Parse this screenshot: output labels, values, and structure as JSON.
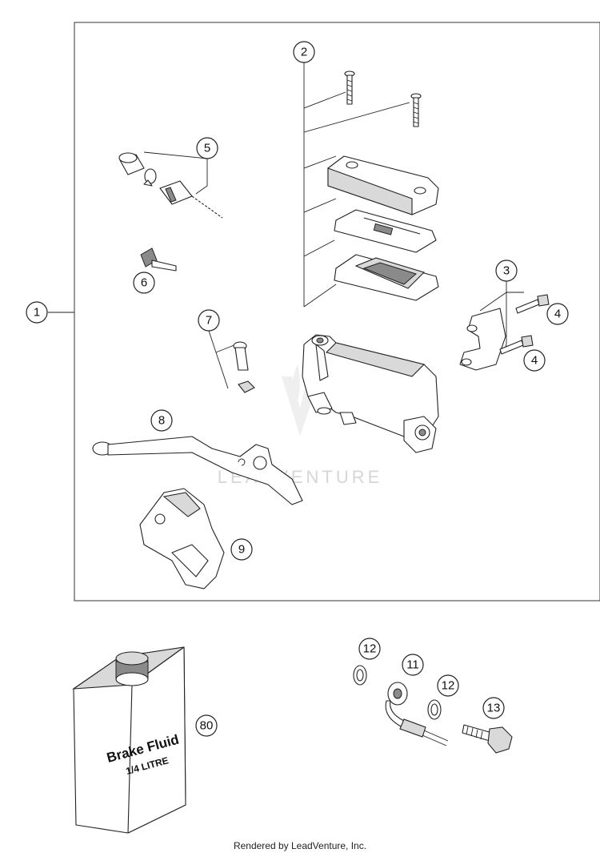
{
  "callouts": {
    "c1": "1",
    "c2": "2",
    "c3": "3",
    "c4a": "4",
    "c4b": "4",
    "c5": "5",
    "c6": "6",
    "c7": "7",
    "c8": "8",
    "c9": "9",
    "c11": "11",
    "c12a": "12",
    "c12b": "12",
    "c13": "13",
    "c80": "80"
  },
  "bottle": {
    "line1": "Brake Fluid",
    "line2": "1/4 LITRE"
  },
  "watermark": "LEADVENTURE",
  "footer": "Rendered by LeadVenture, Inc."
}
